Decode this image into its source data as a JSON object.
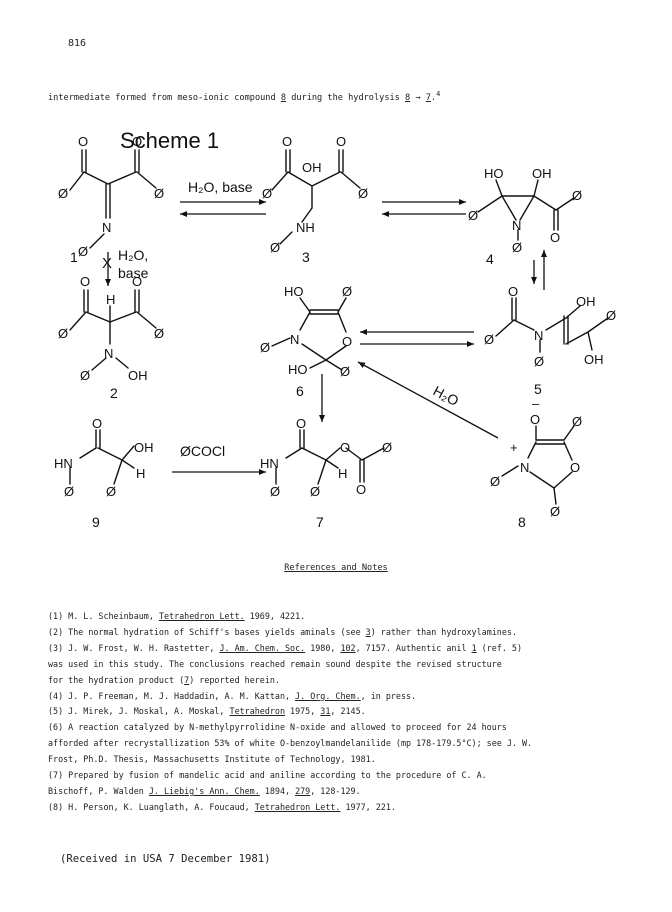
{
  "page_number": "816",
  "intro": {
    "prefix": "intermediate formed from meso-ionic compound ",
    "compound": "8",
    "middle": " during the hydrolysis ",
    "from": "8",
    "arrow": " → ",
    "to": "7",
    "suffix": ".",
    "ref": "4"
  },
  "scheme": {
    "title": "Scheme  1",
    "phenyl": "Ø",
    "labels": {
      "c1": "1",
      "c2": "2",
      "c3": "3",
      "c4": "4",
      "c5": "5",
      "c6": "6",
      "c7": "7",
      "c8": "8",
      "c9": "9"
    },
    "reagents": {
      "h2o_base": "H₂O, base",
      "h2o_1": "H₂O,",
      "base": "base",
      "h2o_diag": "H₂O",
      "benzoyl_chloride": "ØCOCl"
    },
    "atoms": {
      "O": "O",
      "N": "N",
      "H": "H",
      "OH": "OH",
      "HO": "HO",
      "NH": "NH",
      "HN": "HN",
      "minus": "–",
      "plus": "+"
    }
  },
  "references_heading": "References and Notes",
  "references": [
    {
      "n": "(1)",
      "parts": [
        {
          "t": "M. L. Scheinbaum, "
        },
        {
          "t": "Tetrahedron Lett.",
          "u": true
        },
        {
          "t": " 1969, 4221."
        }
      ]
    },
    {
      "n": "(2)",
      "parts": [
        {
          "t": "The normal hydration of Schiff's bases yields aminals (see "
        },
        {
          "t": "3",
          "u": true
        },
        {
          "t": ") rather than hydroxylamines."
        }
      ]
    },
    {
      "n": "(3)",
      "parts": [
        {
          "t": "J. W. Frost, W. H. Rastetter, "
        },
        {
          "t": "J. Am. Chem. Soc.",
          "u": true
        },
        {
          "t": " 1980, "
        },
        {
          "t": "102",
          "u": true
        },
        {
          "t": ", 7157.  Authentic anil "
        },
        {
          "t": "1",
          "u": true
        },
        {
          "t": " (ref. 5)"
        }
      ]
    },
    {
      "n": "",
      "parts": [
        {
          "t": "was used in this study.  The conclusions reached remain sound despite the revised structure"
        }
      ]
    },
    {
      "n": "",
      "parts": [
        {
          "t": " for the hydration product ("
        },
        {
          "t": "7",
          "u": true
        },
        {
          "t": ") reported herein."
        }
      ]
    },
    {
      "n": "(4)",
      "parts": [
        {
          "t": "J. P. Freeman, M. J. Haddadin, A. M. Kattan, "
        },
        {
          "t": "J. Org. Chem.",
          "u": true
        },
        {
          "t": ", in press."
        }
      ]
    },
    {
      "n": "(5)",
      "parts": [
        {
          "t": "J. Mirek, J. Moskal, A. Moskal, "
        },
        {
          "t": "Tetrahedron",
          "u": true
        },
        {
          "t": " 1975, "
        },
        {
          "t": "31",
          "u": true
        },
        {
          "t": ", 2145."
        }
      ]
    },
    {
      "n": "(6)",
      "parts": [
        {
          "t": "A reaction catalyzed by N-methylpyrrolidine N-oxide and allowed to proceed for 24 hours"
        }
      ]
    },
    {
      "n": "",
      "parts": [
        {
          "t": "afforded after recrystallization 53% of white O-benzoylmandelanilide (mp 178-179.5°C); see J. W."
        }
      ]
    },
    {
      "n": "",
      "parts": [
        {
          "t": "Frost, Ph.D. Thesis, Massachusetts Institute of Technology, 1981."
        }
      ]
    },
    {
      "n": "(7)",
      "parts": [
        {
          "t": "Prepared by fusion of mandelic acid and aniline according to the procedure of C. A."
        }
      ]
    },
    {
      "n": "",
      "parts": [
        {
          "t": "Bischoff, P. Walden "
        },
        {
          "t": "J. Liebig's Ann. Chem.",
          "u": true
        },
        {
          "t": " 1894, "
        },
        {
          "t": "279",
          "u": true
        },
        {
          "t": ", 128-129."
        }
      ]
    },
    {
      "n": "(8)",
      "parts": [
        {
          "t": "H. Person, K. Luanglath, A. Foucaud, "
        },
        {
          "t": "Tetrahedron Lett.",
          "u": true
        },
        {
          "t": " 1977, 221."
        }
      ]
    }
  ],
  "received": "(Received in USA 7 December 1981)"
}
